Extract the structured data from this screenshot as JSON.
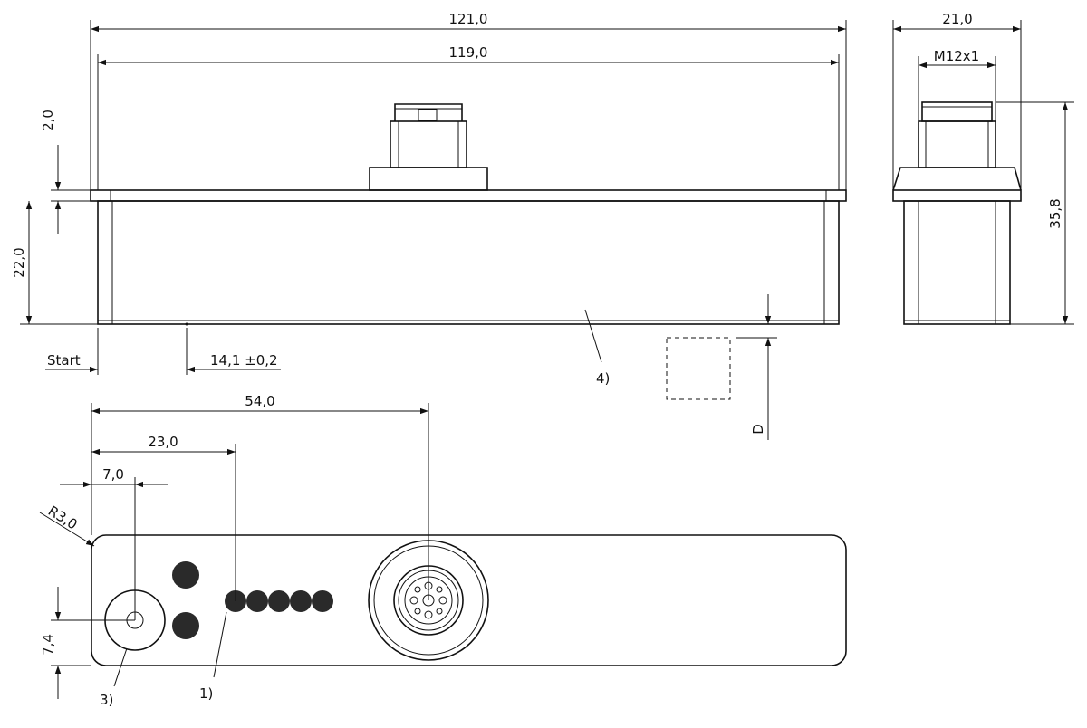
{
  "front_view": {
    "dim_overall_length": "121,0",
    "dim_housing_length": "119,0",
    "dim_flange": "2,0",
    "dim_height": "22,0",
    "dim_start_label": "Start",
    "dim_start_offset": "14,1  ±0,2",
    "callout_4": "4)",
    "dim_d": "D"
  },
  "side_view": {
    "dim_width": "21,0",
    "dim_thread": "M12x1",
    "dim_total_height": "35,8"
  },
  "top_view": {
    "dim_connector_pos": "54,0",
    "dim_led_pos": "23,0",
    "dim_hole_pos": "7,0",
    "dim_radius": "R3,0",
    "dim_hole_height": "7,4",
    "callout_1": "1)",
    "callout_3": "3)"
  },
  "colors": {
    "line": "#111111",
    "led": "#2a2a2a",
    "background": "#ffffff"
  }
}
